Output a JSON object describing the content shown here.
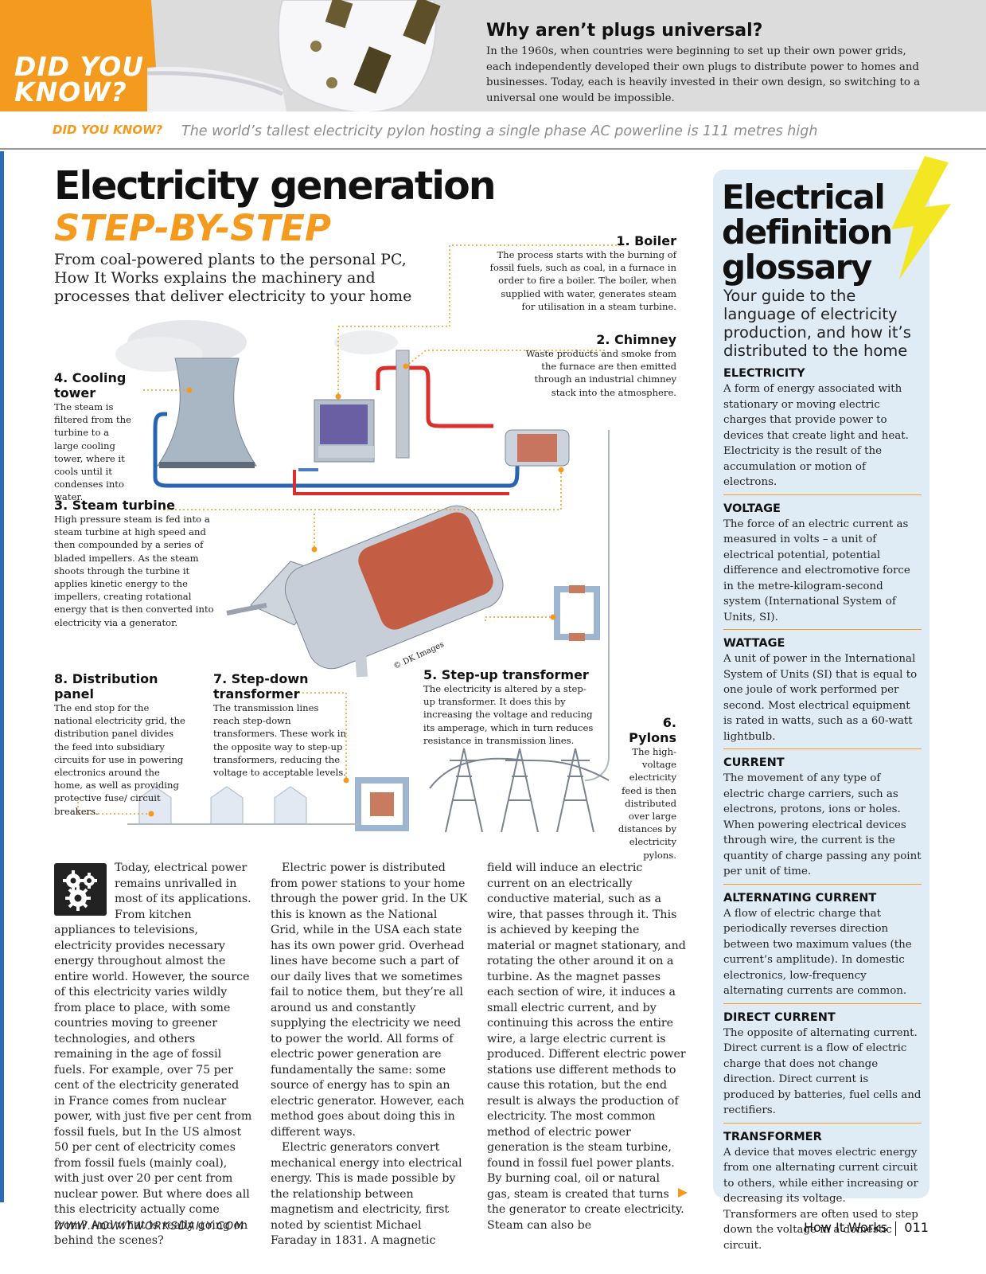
{
  "banner": {
    "did_you_know": "DID YOU KNOW?",
    "title": "Why aren’t plugs universal?",
    "body": "In the 1960s, when countries were beginning to set up their own power grids, each independently developed their own plugs to distribute power to homes and businesses. Today, each is heavily invested in their own design, so switching to a universal one would be impossible."
  },
  "fact": {
    "badge": "DID YOU KNOW?",
    "text": "The world’s tallest electricity pylon hosting a single phase AC powerline is 111 metres high"
  },
  "article": {
    "title": "Electricity generation",
    "subtitle": "STEP-BY-STEP",
    "intro": "From coal-powered plants to the personal PC, How It Works explains the machinery and processes that deliver electricity to your home"
  },
  "diagram": {
    "copyright": "© DK Images",
    "steps": [
      {
        "title": "1. Boiler",
        "text": "The process starts with the burning of fossil fuels, such as coal, in a furnace in order to fire a boiler. The boiler, when supplied with water, generates steam for utilisation in a steam turbine."
      },
      {
        "title": "2. Chimney",
        "text": "Waste products and smoke from the furnace are then emitted through an industrial chimney stack into the atmosphere."
      },
      {
        "title": "3. Steam turbine",
        "text": "High pressure steam is fed into a steam turbine at high speed and then compounded by a series of bladed impellers. As the steam shoots through the turbine it applies kinetic energy to the impellers, creating rotational energy that is then converted into electricity via a generator."
      },
      {
        "title": "4. Cooling tower",
        "text": "The steam is filtered from the turbine to a large cooling tower, where it cools until it condenses into water."
      },
      {
        "title": "5. Step-up transformer",
        "text": "The electricity is altered by a step-up transformer. It does this by increasing the voltage and reducing its amperage, which in turn reduces resistance in transmission lines."
      },
      {
        "title": "6. Pylons",
        "text": "The high-voltage electricity feed is then distributed over large distances by electricity pylons."
      },
      {
        "title": "7. Step-down transformer",
        "text": "The transmission lines reach step-down transformers. These work in the opposite way to step-up transformers, reducing the voltage to acceptable levels."
      },
      {
        "title": "8. Distribution panel",
        "text": "The end stop for the national electricity grid, the distribution panel divides the feed into subsidiary circuits for use in powering electronics around the home, as well as providing protective fuse/ circuit breakers."
      }
    ]
  },
  "body": {
    "col1": "Today, electrical power remains unrivalled in most of its applications. From kitchen appliances to televisions, electricity provides necessary energy throughout almost the entire world. However, the source of this electricity varies wildly from place to place, with some countries moving to greener technologies, and others remaining in the age of fossil fuels. For example, over 75 per cent of the electricity generated in France comes from nuclear power, with just five per cent from fossil fuels, but In the US almost 50 per cent of electricity comes from fossil fuels (mainly coal), with just over 20 per cent from nuclear power. But where does all this electricity actually come from? And what is really going on behind the scenes?",
    "col2a": "Electric power is distributed from power stations to your home through the power grid. In the UK this is known as the National Grid, while in the USA each state has its own power grid. Overhead lines have become such a part of our daily lives that we sometimes fail to notice them, but they’re all around us and constantly supplying the electricity we need to power the world. All forms of electric power generation are fundamentally the same: some source of energy has to spin an electric generator. However, each method goes about doing this in different ways.",
    "col2b": "Electric generators convert mechanical energy into electrical energy. This is made possible by the relationship between magnetism and electricity, first noted by scientist Michael Faraday in 1831. A magnetic",
    "col3": "field will induce an electric current on an electrically conductive material, such as a wire, that passes through it. This is achieved by keeping the material or magnet stationary, and rotating the other around it on a turbine. As the magnet passes each section of wire, it induces a small electric current, and by continuing this across the entire wire, a large electric current is produced. Different electric power stations use different methods to cause this rotation, but the end result is always the production of electricity. The most common method of electric power generation is the steam turbine, found in fossil fuel power plants. By burning coal, oil or natural gas, steam is created that turns the generator to create electricity. Steam can also be"
  },
  "glossary": {
    "title": "Electrical definition glossary",
    "intro": "Your guide to the language of electricity production, and how it’s distributed to the home",
    "terms": [
      {
        "term": "ELECTRICITY",
        "definition": "A form of energy associated with stationary or moving electric charges that provide power to devices that create light and heat. Electricity is the result of the accumulation or motion of electrons."
      },
      {
        "term": "VOLTAGE",
        "definition": "The force of an electric current as measured in volts – a unit of electrical potential, potential difference and electromotive force in the metre-kilogram-second system (International System of Units, SI)."
      },
      {
        "term": "WATTAGE",
        "definition": "A unit of power in the International System of Units (SI) that is equal to one joule of work performed per second. Most electrical equipment is rated in watts, such as a 60-watt lightbulb."
      },
      {
        "term": "CURRENT",
        "definition": "The movement of any type of electric charge carriers, such as electrons, protons, ions or holes. When powering electrical devices through wire, the current is the quantity of charge passing any point per unit of time."
      },
      {
        "term": "ALTERNATING CURRENT",
        "definition": "A flow of electric charge that periodically reverses direction between two maximum values (the current’s amplitude). In domestic electronics, low-frequency alternating currents are common."
      },
      {
        "term": "DIRECT CURRENT",
        "definition": "The opposite of alternating current. Direct current is a flow of electric charge that does not change direction. Direct current is produced by batteries, fuel cells and rectifiers."
      },
      {
        "term": "TRANSFORMER",
        "definition": "A device that moves electric energy from one alternating current circuit to others, while either increasing or decreasing its voltage. Transformers are often used to step down the voltage in a domestic circuit."
      }
    ]
  },
  "footer": {
    "url": "WWW.HOWITWORKSDAILY.COM",
    "magazine": "How It Works",
    "page": "011"
  },
  "colors": {
    "accent": "#f49a1e",
    "sidebar": "#dfecf6",
    "edge": "#2a6bb5"
  }
}
